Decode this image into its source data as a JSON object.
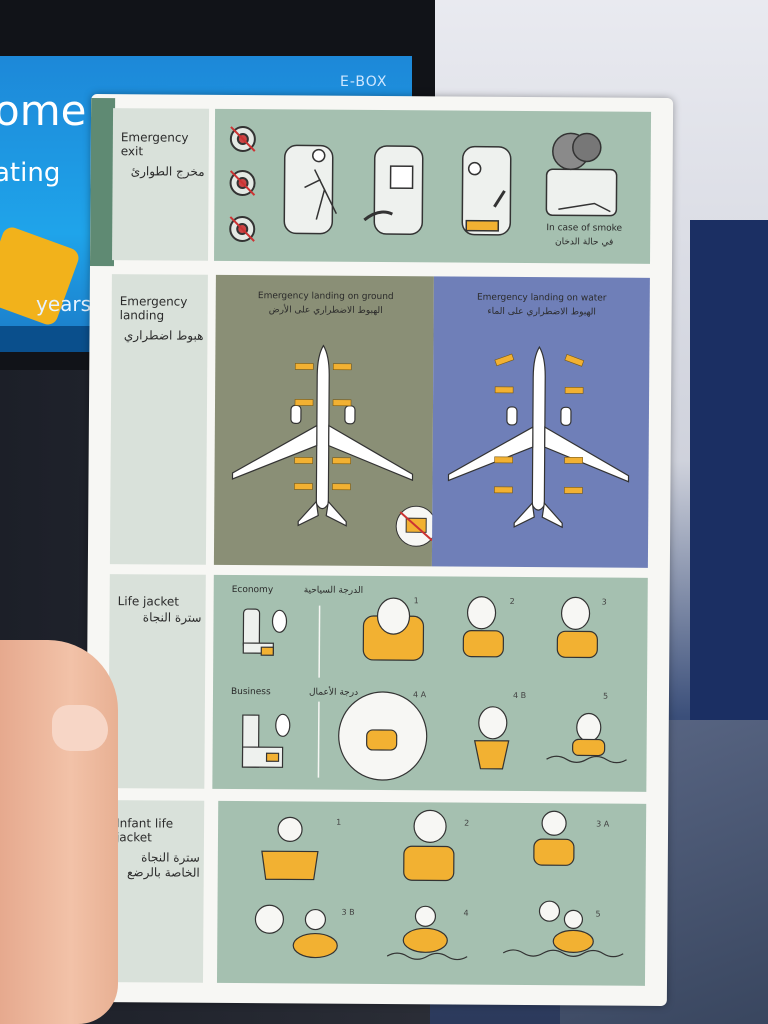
{
  "tv": {
    "brand": "E-BOX",
    "word": "ome",
    "word2": "ating",
    "years": "years"
  },
  "sections": {
    "emergency_exit": {
      "title_en": "Emergency exit",
      "title_ar": "مخرج الطوارئ",
      "smoke_en": "In case of smoke",
      "smoke_ar": "في حالة الدخان"
    },
    "emergency_landing": {
      "title_en": "Emergency landing",
      "title_ar": "هبوط اضطراري",
      "ground_en": "Emergency landing on ground",
      "ground_ar": "الهبوط الاضطراري على الأرض",
      "water_en": "Emergency landing on water",
      "water_ar": "الهبوط الاضطراري على الماء"
    },
    "life_jacket": {
      "title_en": "Life jacket",
      "title_ar": "سترة النجاة",
      "economy_en": "Economy",
      "economy_ar": "الدرجة السياحية",
      "business_en": "Business",
      "business_ar": "درجة الأعمال",
      "steps": [
        "1",
        "2",
        "3",
        "4 A",
        "4 B",
        "5"
      ]
    },
    "infant_jacket": {
      "title_en": "Infant life jacket",
      "title_ar": "سترة النجاة الخاصة بالرضع",
      "steps": [
        "1",
        "2",
        "3 A",
        "3 B",
        "4",
        "5"
      ]
    }
  },
  "colors": {
    "panel": "#a5c0b0",
    "ground": "#8a8f76",
    "water": "#6f7fb8",
    "jacket": "#f2b132",
    "label_bg": "#d9e1da"
  }
}
